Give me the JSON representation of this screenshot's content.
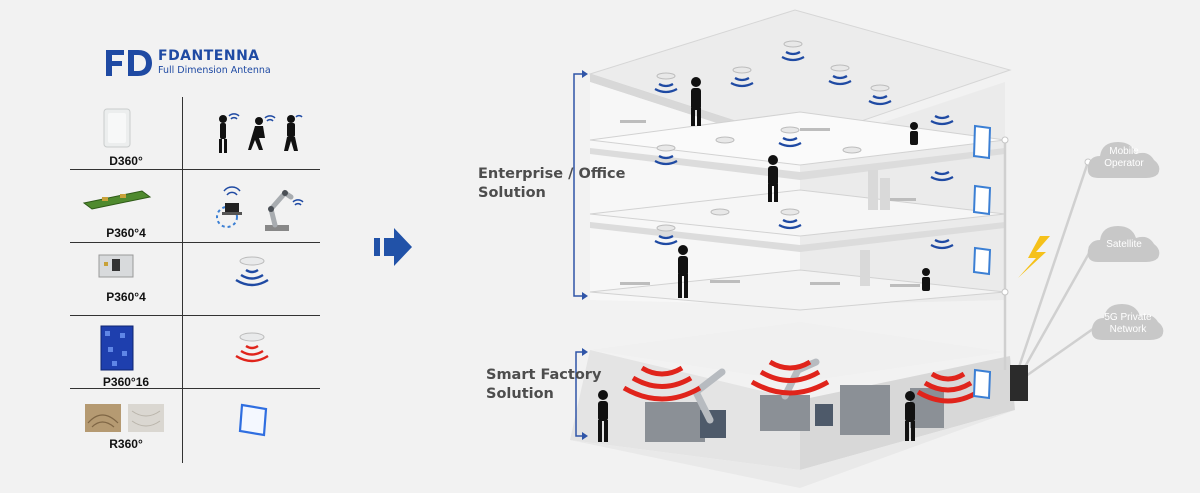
{
  "brand": {
    "mark": "FD",
    "name": "FDANTENNA",
    "tagline": "Full Dimension Antenna",
    "color": "#1f4aa3"
  },
  "products": [
    {
      "label": "D360°",
      "use_icon": "people-mobile-icon"
    },
    {
      "label": "P360°4",
      "use_icon": "laptop-robot-arm-icon"
    },
    {
      "label": "P360°4",
      "use_icon": "ceiling-antenna-blue-icon"
    },
    {
      "label": "P360°16",
      "use_icon": "ceiling-antenna-red-icon"
    },
    {
      "label": "R360°",
      "use_icon": "window-panel-icon"
    }
  ],
  "solutions": {
    "enterprise": [
      "Enterprise / Office",
      "Solution"
    ],
    "factory": [
      "Smart Factory",
      "Solution"
    ]
  },
  "networks": [
    {
      "lines": [
        "Mobile",
        "Operator"
      ]
    },
    {
      "lines": [
        "Satellite"
      ]
    },
    {
      "lines": [
        "5G Private",
        "Network"
      ]
    }
  ],
  "colors": {
    "signal_blue": "#1f4aa3",
    "signal_red": "#e0241b",
    "arrow": "#2152a8",
    "cloud": "#c8c8c8",
    "lightning": "#f5c11a",
    "connector": "#2f55a8"
  }
}
